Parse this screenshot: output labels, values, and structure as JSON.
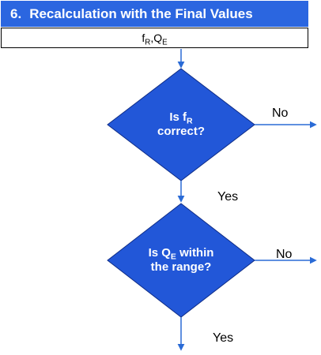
{
  "header": {
    "number": "6.",
    "title": "Recalculation with the Final Values"
  },
  "inputs_bar": {
    "f": "f",
    "f_sub": "R",
    "sep": ", ",
    "q": "Q",
    "q_sub": "E"
  },
  "decision1": {
    "line1_pre": "Is f",
    "line1_sub": "R",
    "line2": "correct?",
    "no_label": "No",
    "yes_label": "Yes"
  },
  "decision2": {
    "line1_pre": "Is Q",
    "line1_sub": "E",
    "line1_post": " within",
    "line2": "the range?",
    "no_label": "No",
    "yes_label": "Yes"
  },
  "colors": {
    "accent": "#2b66e0",
    "diamond_fill": "#2257d8",
    "diamond_stroke": "#0e2c86",
    "arrow": "#2a6bd6"
  }
}
